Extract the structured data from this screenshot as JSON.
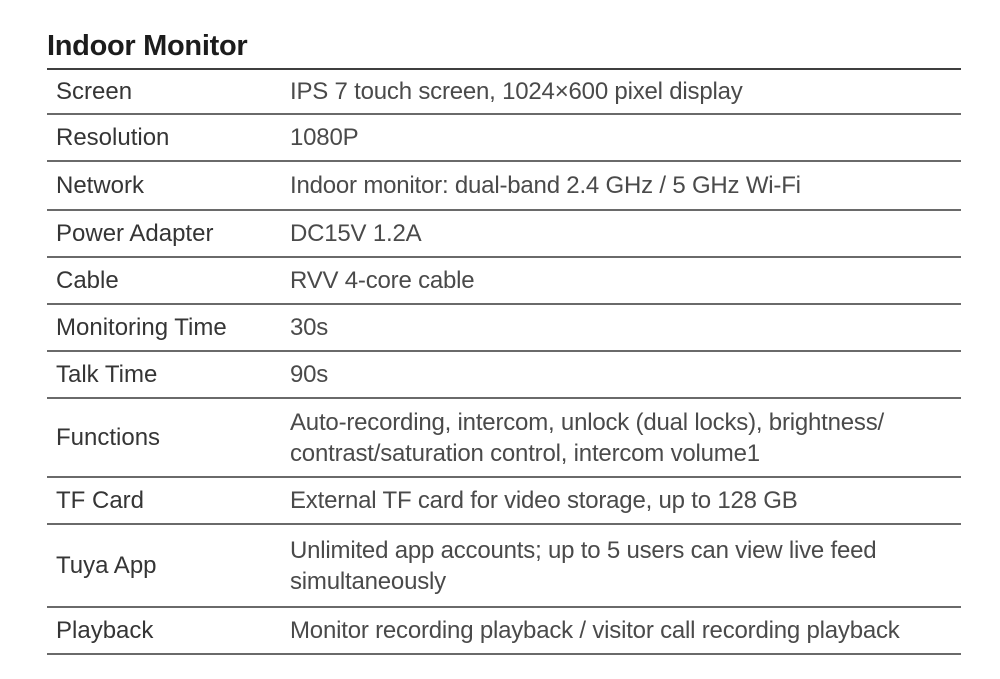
{
  "title": "Indoor Monitor",
  "specs": [
    {
      "label": "Screen",
      "value": "IPS 7  touch screen, 1024×600 pixel display"
    },
    {
      "label": "Resolution",
      "value": "1080P"
    },
    {
      "label": "Network",
      "value": "Indoor monitor: dual-band 2.4 GHz / 5 GHz Wi-Fi"
    },
    {
      "label": "Power Adapter",
      "value": "DC15V 1.2A"
    },
    {
      "label": "Cable",
      "value": "RVV 4-core cable"
    },
    {
      "label": "Monitoring Time",
      "value": "30s"
    },
    {
      "label": "Talk Time",
      "value": "90s"
    },
    {
      "label": "Functions",
      "value": "Auto-recording, intercom, unlock (dual locks), brightness/ contrast/saturation control, intercom volume1"
    },
    {
      "label": "TF Card",
      "value": "External TF card for video storage, up to 128 GB"
    },
    {
      "label": "Tuya App",
      "value": "Unlimited app accounts; up to 5 users can view live feed simultaneously"
    },
    {
      "label": "Playback",
      "value": "Monitor recording playback / visitor call recording playback"
    }
  ]
}
